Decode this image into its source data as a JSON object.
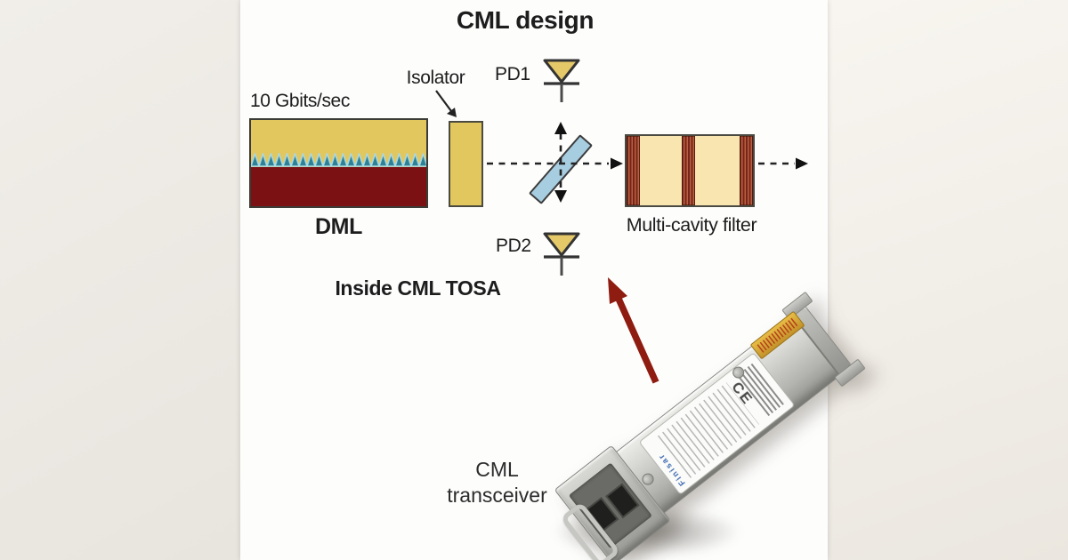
{
  "figure": {
    "title": "CML design",
    "rate_label": "10 Gbits/sec",
    "dml": {
      "label": "DML"
    },
    "isolator": {
      "label": "Isolator"
    },
    "pd1": {
      "label": "PD1"
    },
    "pd2": {
      "label": "PD2"
    },
    "filter": {
      "label": "Multi-cavity filter"
    },
    "tosa_label": "Inside CML TOSA",
    "transceiver_caption": {
      "line1": "CML",
      "line2": "transceiver"
    },
    "colors": {
      "laser_top_yellow": "#e2c75e",
      "laser_active_maroon": "#7c1114",
      "grating_teal": "#2f8296",
      "grating_light_blue": "#a8d8e4",
      "isolator_yellow": "#e2c75e",
      "splitter_blue": "#a7cde0",
      "filter_cream": "#f8e5af",
      "filter_band_maroon": "#74261b",
      "photodiode_yellow": "#e5c868",
      "annotation_arrow_red": "#8e1c10",
      "line_color": "#222222"
    }
  },
  "photo": {
    "label_brand": "Finisar",
    "label_ce": "CE"
  }
}
